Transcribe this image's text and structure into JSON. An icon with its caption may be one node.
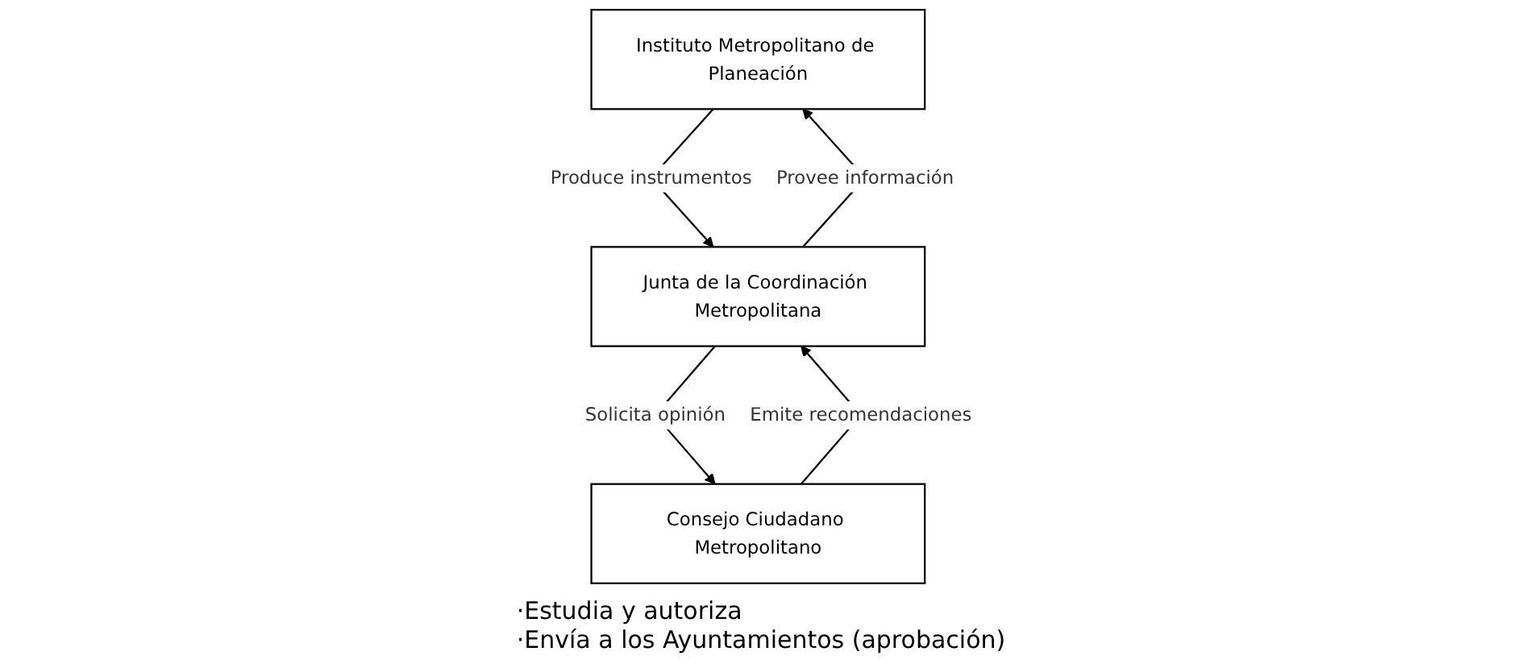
{
  "diagram": {
    "nodes": [
      {
        "text": [
          "Instituto Metropolitano de Planeación"
        ]
      },
      {
        "text": [
          "Consejo Ciudadano Metropolitano"
        ]
      },
      {
        "text": [
          "Junta de la Coordinación Metropolitana"
        ]
      }
    ],
    "edges": [
      {
        "from": 0,
        "to": 2,
        "arrow": "to",
        "label": "Produce instrumentos"
      },
      {
        "from": 1,
        "to": 2,
        "arrow": "to",
        "label": "Emite recomendaciones"
      },
      {
        "from": 2,
        "to": 0,
        "arrow": "to",
        "label": "Provee información"
      },
      {
        "from": 2,
        "to": 1,
        "arrow": "to",
        "label": "Solicita opinión"
      }
    ],
    "labels": [
      "·Estudia y autoriza",
      "·Envía a los Ayuntamientos (aprobación)"
    ]
  }
}
